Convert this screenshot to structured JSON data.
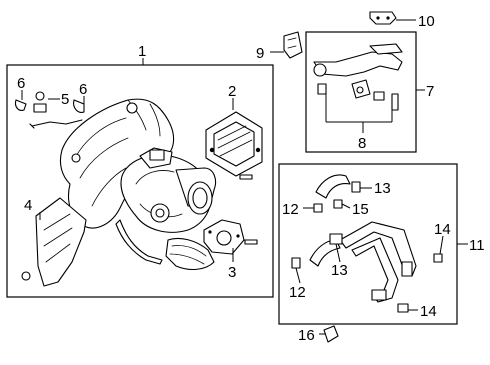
{
  "callouts": {
    "c1": "1",
    "c2": "2",
    "c3": "3",
    "c4": "4",
    "c5": "5",
    "c6a": "6",
    "c6b": "6",
    "c7": "7",
    "c8": "8",
    "c9": "9",
    "c10": "10",
    "c11": "11",
    "c12a": "12",
    "c12b": "12",
    "c13a": "13",
    "c13b": "13",
    "c14a": "14",
    "c14b": "14",
    "c15": "15",
    "c16": "16"
  },
  "colors": {
    "ink": "#000000",
    "paper": "#ffffff"
  }
}
